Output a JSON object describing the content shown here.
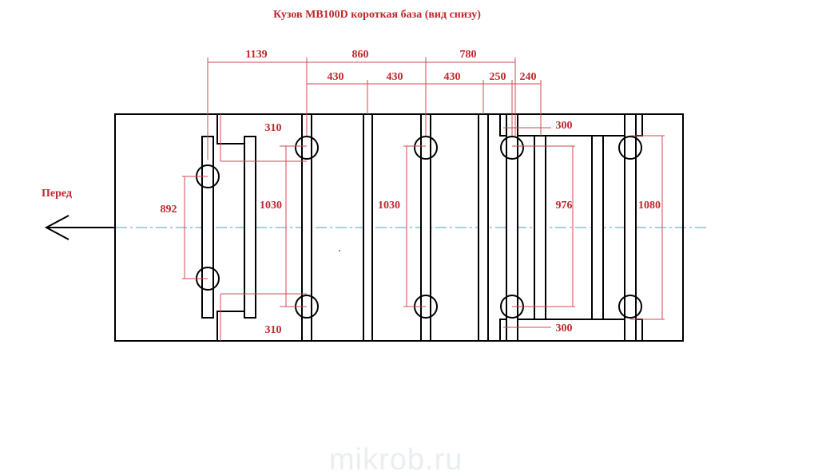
{
  "title": "Кузов MB100D короткая база (вид снизу)",
  "front_label": "Перед",
  "watermark": "mikrob.ru",
  "dimensions": {
    "top_row": [
      "1139",
      "860",
      "780"
    ],
    "second_row": [
      "430",
      "430",
      "430",
      "250",
      "240"
    ],
    "offset_top": "310",
    "offset_bottom": "310",
    "rear_top": "300",
    "rear_bottom": "300",
    "vertical": [
      "892",
      "1030",
      "1030",
      "976",
      "1080"
    ]
  }
}
